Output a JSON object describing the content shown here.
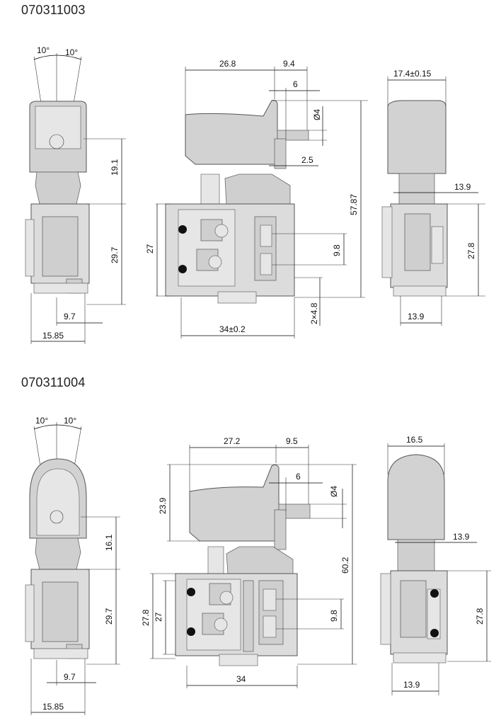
{
  "parts": [
    {
      "title": "070311003",
      "front_view": {
        "angle_left": "10°",
        "angle_right": "10°",
        "dim_upper_right": "19.1",
        "dim_lower_right": "29.7",
        "dim_bottom_inner": "9.7",
        "dim_bottom_outer": "15.85"
      },
      "side_view": {
        "dim_top_left": "26.8",
        "dim_top_right": "9.4",
        "dim_pin_offset": "6",
        "dim_diameter": "Ø4",
        "dim_pin": "2.5",
        "dim_total_height": "57.87",
        "dim_body_height": "27",
        "dim_terminal_spacing": "9.8",
        "dim_terminal_width": "2×4.8",
        "dim_body_width": "34±0.2"
      },
      "rear_view": {
        "dim_top_width": "17.4±0.15",
        "dim_mid_width": "13.9",
        "dim_body_height": "27.8",
        "dim_bottom_width": "13.9"
      }
    },
    {
      "title": "070311004",
      "front_view": {
        "angle_left": "10°",
        "angle_right": "10°",
        "dim_upper_right": "16.1",
        "dim_lower_right": "29.7",
        "dim_bottom_inner": "9.7",
        "dim_bottom_outer": "15.85"
      },
      "side_view": {
        "dim_top_left": "27.2",
        "dim_top_right": "9.5",
        "dim_pin_offset": "6",
        "dim_diameter": "Ø4",
        "dim_trigger_height": "23.9",
        "dim_total_height": "60.2",
        "dim_outer_height": "27.8",
        "dim_body_height": "27",
        "dim_terminal_spacing": "9.8",
        "dim_body_width": "34"
      },
      "rear_view": {
        "dim_top_width": "16.5",
        "dim_mid_width": "13.9",
        "dim_body_height": "27.8",
        "dim_bottom_width": "13.9"
      }
    }
  ]
}
